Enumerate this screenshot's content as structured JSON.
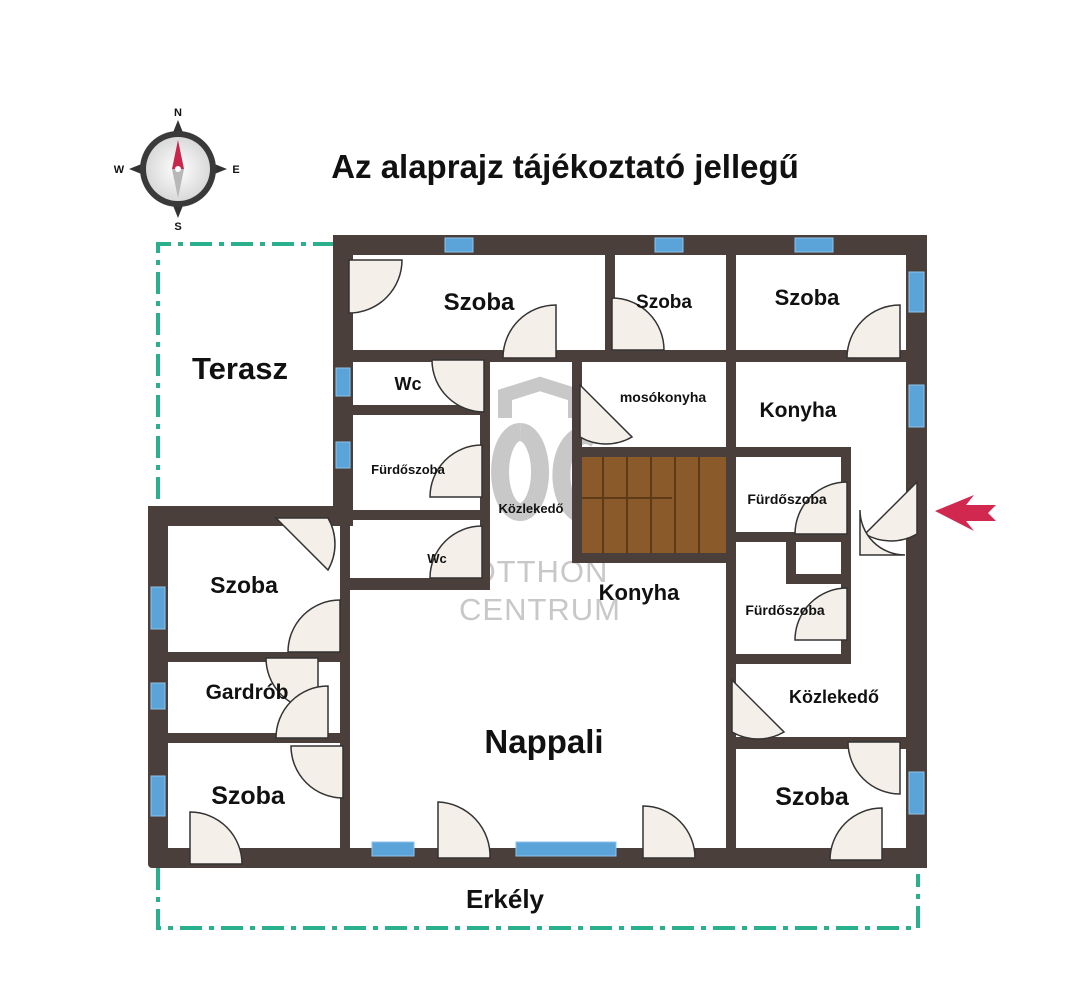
{
  "title": "Az alaprajz tájékoztató jellegű",
  "compass": {
    "n": "N",
    "e": "E",
    "s": "S",
    "w": "W"
  },
  "watermark": {
    "line1": "OTTHON",
    "line2": "CENTRUM"
  },
  "rooms": {
    "terasz": "Terasz",
    "szoba_top1": "Szoba",
    "szoba_top2": "Szoba",
    "szoba_top3": "Szoba",
    "wc1": "Wc",
    "furdoszoba1": "Fürdőszoba",
    "wc2": "Wc",
    "kozlekedo1": "Közlekedő",
    "mosokonyha": "mosókonyha",
    "konyha1": "Konyha",
    "furdoszoba2": "Fürdőszoba",
    "konyha2": "Konyha",
    "furdoszoba3": "Fürdőszoba",
    "kozlekedo2": "Közlekedő",
    "szoba_left1": "Szoba",
    "gardrob": "Gardrób",
    "szoba_left2": "Szoba",
    "nappali": "Nappali",
    "szoba_right": "Szoba",
    "erkely": "Erkély"
  },
  "colors": {
    "wall": "#4a3f3b",
    "window": "#5ba4d9",
    "dashed": "#2bb08e",
    "arrow": "#d0284f",
    "stairs": "#8a5a2b",
    "door": "#f4efe8",
    "watermark": "#c8c8c8"
  }
}
